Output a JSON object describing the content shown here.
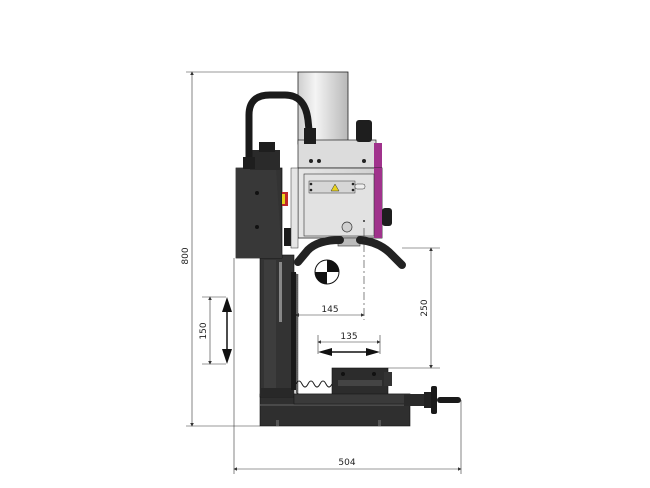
{
  "drawing": {
    "subject": "Mill-drill machine side view",
    "dimensions": {
      "overall_height": {
        "value": "800",
        "unit": "mm",
        "orientation": "vertical"
      },
      "overall_width": {
        "value": "504",
        "unit": "mm",
        "orientation": "horizontal"
      },
      "head_vertical_travel": {
        "value": "150",
        "unit": "mm",
        "orientation": "vertical"
      },
      "spindle_to_table": {
        "value": "250",
        "unit": "mm",
        "orientation": "vertical"
      },
      "throat_depth": {
        "value": "145",
        "unit": "mm",
        "orientation": "horizontal"
      },
      "table_cross_travel": {
        "value": "135",
        "unit": "mm",
        "orientation": "horizontal"
      }
    },
    "symbols": {
      "center_of_gravity": "center-of-gravity-symbol",
      "warning": "warning-triangle"
    },
    "colors": {
      "machine_dark": "#3a3a3a",
      "machine_body": "#d9d9d9",
      "accent_magenta": "#a0328c",
      "estop_red": "#c0282a",
      "estop_yellow": "#e8d21e",
      "dimension_line": "#333333"
    }
  }
}
